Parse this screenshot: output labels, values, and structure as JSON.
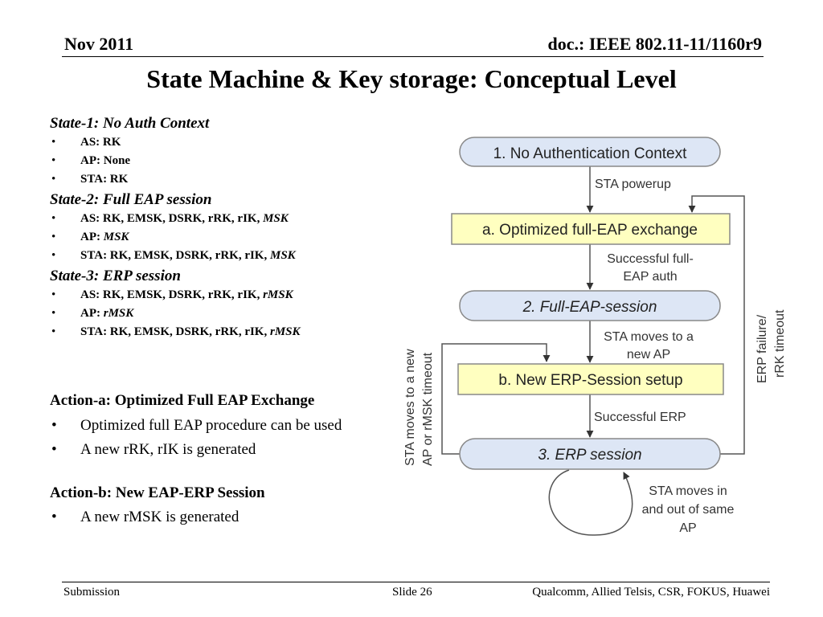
{
  "header": {
    "date": "Nov 2011",
    "doc": "doc.: IEEE 802.11-11/1160r9"
  },
  "title": "State Machine & Key storage: Conceptual Level",
  "states": [
    {
      "heading": "State-1: No Auth Context",
      "items": [
        {
          "text": "AS: RK",
          "italic": ""
        },
        {
          "text": "AP: None",
          "italic": ""
        },
        {
          "text": "STA: RK",
          "italic": ""
        }
      ]
    },
    {
      "heading": "State-2: Full EAP session",
      "items": [
        {
          "text": "AS: RK, EMSK, DSRK, rRK, rIK, ",
          "italic": "MSK"
        },
        {
          "text": "AP: ",
          "italic": "MSK"
        },
        {
          "text": "STA: RK, EMSK, DSRK, rRK, rIK, ",
          "italic": "MSK"
        }
      ]
    },
    {
      "heading": "State-3: ERP session",
      "items": [
        {
          "text": "AS: RK, EMSK, DSRK, rRK, rIK, ",
          "italic": "rMSK"
        },
        {
          "text": "AP: ",
          "italic": "rMSK"
        },
        {
          "text": "STA: RK, EMSK, DSRK, rRK, rIK, ",
          "italic": "rMSK"
        }
      ]
    }
  ],
  "actions": {
    "a_heading": "Action-a: Optimized Full EAP Exchange",
    "a_items": [
      "Optimized full EAP procedure can be used",
      "A new rRK, rIK is generated"
    ],
    "b_heading": "Action-b: New EAP-ERP Session",
    "b_items": [
      "A new rMSK is generated"
    ]
  },
  "diagram": {
    "state1": "1. No Authentication Context",
    "action_a": "a. Optimized full-EAP exchange",
    "state2": "2. Full-EAP-session",
    "action_b": "b. New ERP-Session setup",
    "state3": "3. ERP session",
    "lbl_powerup": "STA powerup",
    "lbl_success_full_1": "Successful full-",
    "lbl_success_full_2": "EAP auth",
    "lbl_moves_new_1": "STA moves to a",
    "lbl_moves_new_2": "new AP",
    "lbl_success_erp": "Successful ERP",
    "lbl_same_ap_1": "STA moves in",
    "lbl_same_ap_2": "and out of same",
    "lbl_same_ap_3": "AP",
    "lbl_left_1": "STA moves to a new",
    "lbl_left_2": "AP or rMSK timeout",
    "lbl_right_1": "ERP failure/",
    "lbl_right_2": "rRK timeout",
    "colors": {
      "state_fill": "#dde6f5",
      "action_fill": "#ffffc0",
      "line": "#555555"
    }
  },
  "footer": {
    "left": "Submission",
    "center": "Slide 26",
    "right": "Qualcomm, Allied Telsis, CSR, FOKUS, Huawei"
  }
}
